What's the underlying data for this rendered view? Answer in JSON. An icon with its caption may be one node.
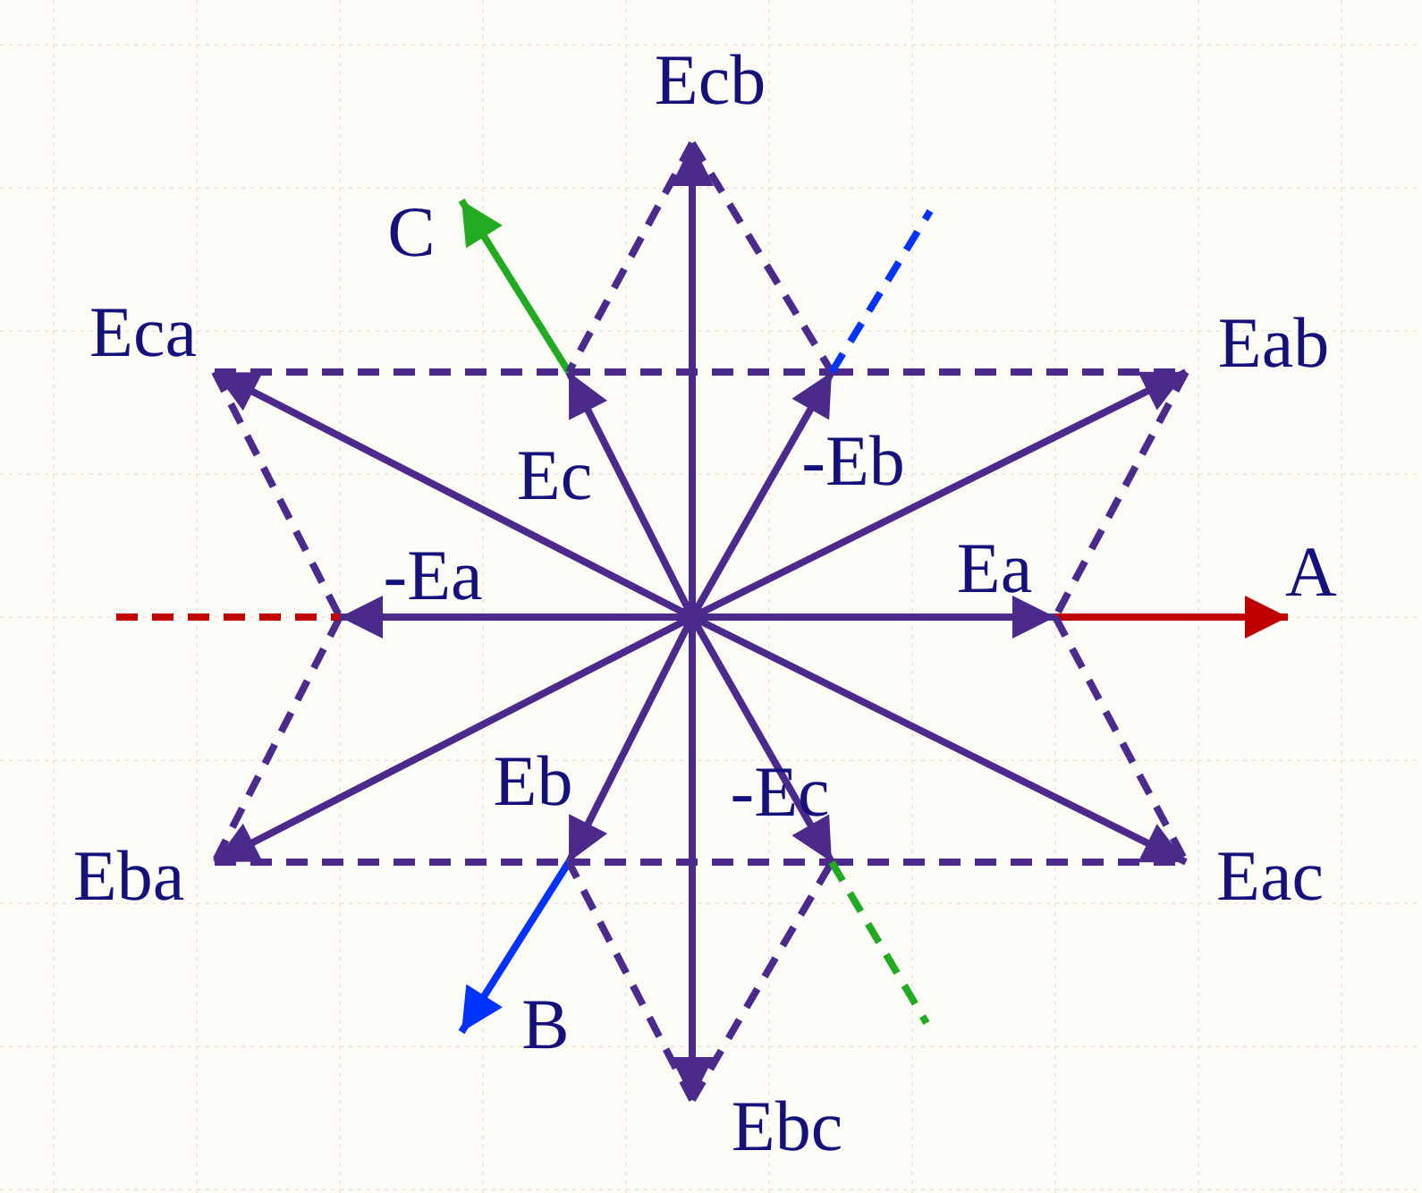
{
  "diagram": {
    "nodes": [
      {
        "text": [],
        "shape": "point"
      },
      {
        "text": [
          "Ecb"
        ]
      },
      {
        "text": [
          "C"
        ]
      },
      {
        "text": [
          "Eca"
        ]
      },
      {
        "text": [
          "Eab"
        ]
      },
      {
        "text": [
          "Ec"
        ]
      },
      {
        "text": [
          "-Eb"
        ]
      },
      {
        "text": [
          "-Ea"
        ]
      },
      {
        "text": [
          "Ea"
        ]
      },
      {
        "text": [
          "A"
        ]
      },
      {
        "text": [
          "Eb"
        ]
      },
      {
        "text": [
          "-Ec"
        ]
      },
      {
        "text": [
          "Eba"
        ]
      },
      {
        "text": [
          "Eac"
        ]
      },
      {
        "text": [
          "B"
        ]
      },
      {
        "text": [
          "Ebc"
        ]
      }
    ],
    "edges": [
      {
        "from": 0,
        "to": 1,
        "arrow": "to"
      },
      {
        "from": 0,
        "to": 3,
        "arrow": "to"
      },
      {
        "from": 0,
        "to": 4,
        "arrow": "to"
      },
      {
        "from": 0,
        "to": 5,
        "arrow": "to"
      },
      {
        "from": 0,
        "to": 6,
        "arrow": "to"
      },
      {
        "from": 0,
        "to": 7,
        "arrow": "to"
      },
      {
        "from": 0,
        "to": 8,
        "arrow": "to"
      },
      {
        "from": 0,
        "to": 10,
        "arrow": "to"
      },
      {
        "from": 0,
        "to": 11,
        "arrow": "to"
      },
      {
        "from": 0,
        "to": 12,
        "arrow": "to"
      },
      {
        "from": 0,
        "to": 13,
        "arrow": "to"
      },
      {
        "from": 0,
        "to": 15,
        "arrow": "to"
      },
      {
        "from": 8,
        "to": 9,
        "arrow": "to",
        "color": "#c00000"
      },
      {
        "from": 5,
        "to": 2,
        "arrow": "to",
        "color": "#22aa22"
      },
      {
        "from": 10,
        "to": 14,
        "arrow": "to",
        "color": "#0033ff"
      },
      {
        "from": 1,
        "to": 5,
        "arrow": "none",
        "style": "dashed"
      },
      {
        "from": 1,
        "to": 6,
        "arrow": "none",
        "style": "dashed"
      },
      {
        "from": 3,
        "to": 5,
        "arrow": "none",
        "style": "dashed"
      },
      {
        "from": 5,
        "to": 6,
        "arrow": "none",
        "style": "dashed"
      },
      {
        "from": 6,
        "to": 4,
        "arrow": "none",
        "style": "dashed"
      },
      {
        "from": 4,
        "to": 8,
        "arrow": "none",
        "style": "dashed"
      },
      {
        "from": 8,
        "to": 13,
        "arrow": "none",
        "style": "dashed"
      },
      {
        "from": 3,
        "to": 7,
        "arrow": "none",
        "style": "dashed"
      },
      {
        "from": 7,
        "to": 12,
        "arrow": "none",
        "style": "dashed"
      },
      {
        "from": 12,
        "to": 10,
        "arrow": "none",
        "style": "dashed"
      },
      {
        "from": 10,
        "to": 11,
        "arrow": "none",
        "style": "dashed"
      },
      {
        "from": 11,
        "to": 13,
        "arrow": "none",
        "style": "dashed"
      },
      {
        "from": 15,
        "to": 10,
        "arrow": "none",
        "style": "dashed"
      },
      {
        "from": 15,
        "to": 11,
        "arrow": "none",
        "style": "dashed"
      },
      {
        "from": null,
        "to": 7,
        "arrow": "none",
        "style": "dashed",
        "color": "#c00000"
      },
      {
        "from": 6,
        "to": null,
        "arrow": "none",
        "style": "dashed",
        "color": "#0033ff"
      },
      {
        "from": 11,
        "to": null,
        "arrow": "none",
        "style": "dashed",
        "color": "#22aa22"
      }
    ]
  }
}
